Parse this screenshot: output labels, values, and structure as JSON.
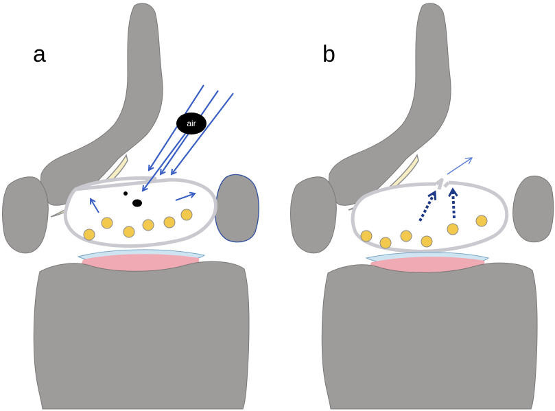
{
  "panels": [
    {
      "label": "a",
      "air_label": "air"
    },
    {
      "label": "b"
    }
  ],
  "colors": {
    "bone": "#9e9b9b",
    "bone_outline": "#7a7777",
    "membrane": "#c9c9cf",
    "nerve_root": "#f2c94c",
    "ligament": "#f7eec4",
    "disc": "#f0aab4",
    "endplate": "#cfe4f1",
    "arrow_blue": "#3a5fc4",
    "arrow_dark": "#1f3b87",
    "air": "#000000"
  },
  "icons": [
    "flow-arrow-icon",
    "air-bubble-icon",
    "escape-arrow-icon"
  ]
}
